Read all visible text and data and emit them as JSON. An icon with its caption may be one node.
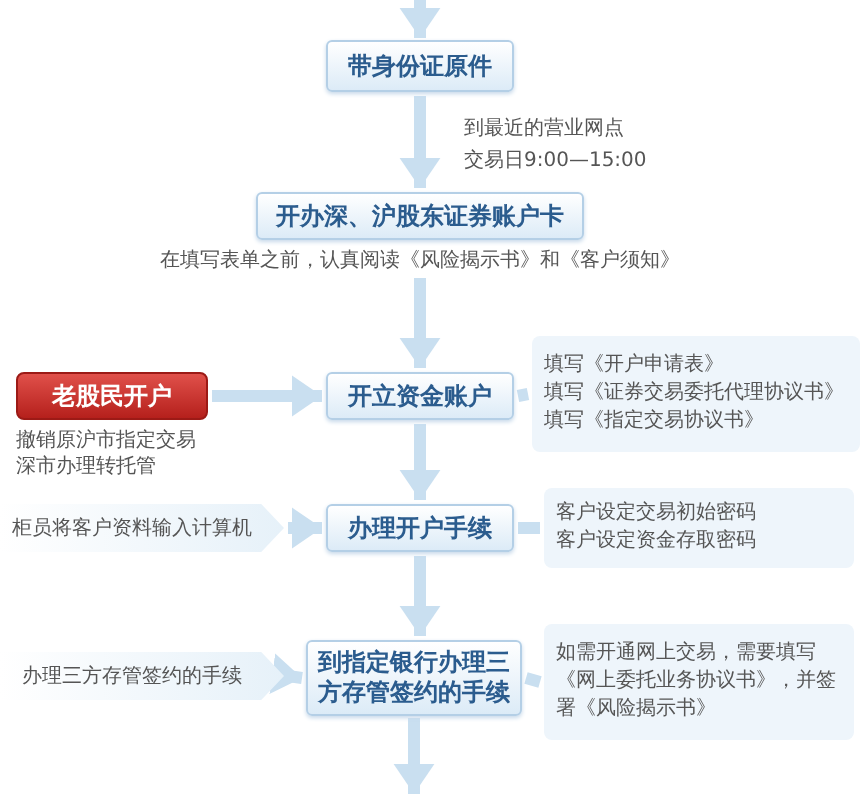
{
  "diagram": {
    "nodes": [
      {
        "text": [
          "带身份证原件"
        ]
      },
      {
        "text": [
          "开办深、沪股东证券账户卡"
        ],
        "beside": [
          "在填写表单之前，认真阅读《风险揭示书》和《客户须知》"
        ]
      },
      {
        "text": [
          "老股民开户"
        ],
        "beside": [
          "撤销原沪市指定交易深市办理转托管"
        ]
      },
      {
        "text": [
          "开立资金账户"
        ]
      },
      {
        "text": [
          "填写《开户申请表》",
          "填写《证券交易委托代理协议书》",
          "填写《指定交易协议书》"
        ]
      },
      {
        "text": [
          "柜员将客户资料输入计算机"
        ]
      },
      {
        "text": [
          "办理开户手续"
        ]
      },
      {
        "text": [
          "客户设定交易初始密码",
          "客户设定资金存取密码"
        ]
      },
      {
        "text": [
          "办理三方存管签约的手续"
        ]
      },
      {
        "text": [
          "到指定银行办理三方存管签约的手续"
        ]
      },
      {
        "text": [
          "如需开通网上交易，需要填写《网上委托业务协议书》，并签署《风险揭示书》"
        ]
      }
    ],
    "edges": [
      {
        "from": null,
        "to": 0,
        "arrow": "to"
      },
      {
        "from": 0,
        "to": 1,
        "arrow": "to",
        "label": "到最近的营业网点"
      },
      {
        "from": 1,
        "to": 3,
        "arrow": "to"
      },
      {
        "from": 2,
        "to": 3,
        "arrow": "to"
      },
      {
        "from": 3,
        "to": 4,
        "arrow": "none"
      },
      {
        "from": 3,
        "to": 6,
        "arrow": "to"
      },
      {
        "from": 5,
        "to": 6,
        "arrow": "to"
      },
      {
        "from": 6,
        "to": 7,
        "arrow": "none"
      },
      {
        "from": 6,
        "to": 9,
        "arrow": "to"
      },
      {
        "from": 8,
        "to": 9,
        "arrow": "to"
      },
      {
        "from": 9,
        "to": 10,
        "arrow": "none"
      },
      {
        "from": 9,
        "to": null,
        "arrow": "to"
      }
    ],
    "labels": [
      "交易日9:00—15:00"
    ]
  }
}
